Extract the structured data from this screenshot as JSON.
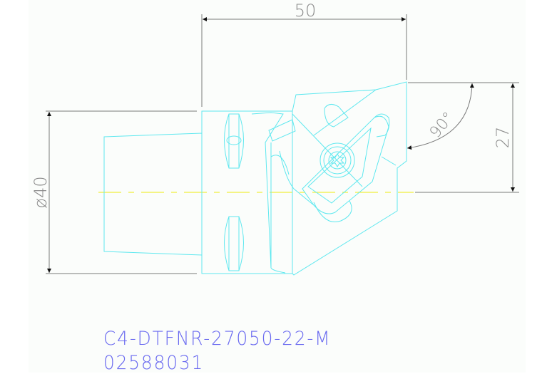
{
  "drawing": {
    "type": "CAD tool holder drawing (top view)",
    "colors": {
      "geometry": "#5fe8ef",
      "centerline": "#f0f03c",
      "dimension": "#7a7a7a",
      "arrow": "#111111",
      "title_text": "#6a6af0",
      "sheet_background": "#fbfdfb"
    },
    "dimensions": {
      "width": "50",
      "height": "27",
      "diameter": "ø40",
      "angle": "90°"
    }
  },
  "title_block": {
    "part_number": "C4-DTFNR-27050-22-M",
    "item_code": "02588031"
  }
}
